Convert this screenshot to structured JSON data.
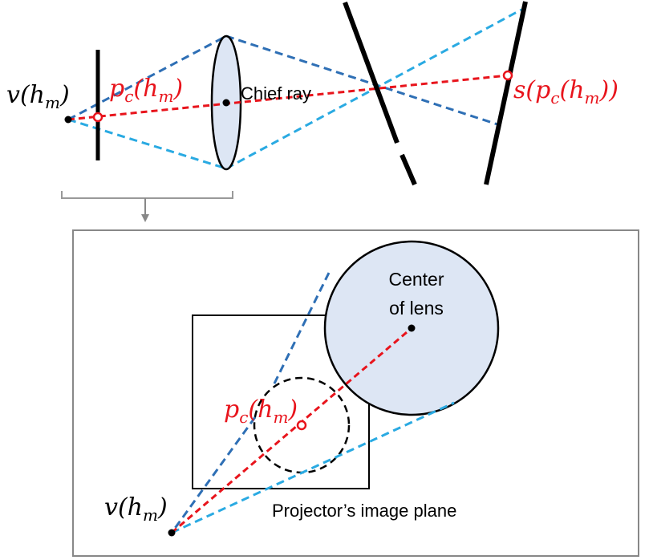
{
  "top": {
    "virtual_point_label": "v(h",
    "virtual_point_sub": "m",
    "virtual_point_close": ")",
    "projected_point_label": "p",
    "projected_point_sub": "c",
    "projected_point_mid": "(h",
    "projected_point_sub2": "m",
    "projected_point_close": ")",
    "chief_ray_label": "Chief ray",
    "screen_point_label": "s(p",
    "screen_point_sub": "c",
    "screen_point_mid": "(h",
    "screen_point_sub2": "m",
    "screen_point_close": "))"
  },
  "bottom": {
    "center_label_line1": "Center",
    "center_label_line2": "of lens",
    "projected_point_label": "p",
    "projected_point_sub": "c",
    "projected_point_mid": "(h",
    "projected_point_sub2": "m",
    "projected_point_close": ")",
    "virtual_point_label": "v(h",
    "virtual_point_sub": "m",
    "virtual_point_close": ")",
    "image_plane_label": "Projector’s image plane"
  },
  "colors": {
    "chief_ray": "#e8141c",
    "dark_blue_ray": "#2e6fb5",
    "light_blue_ray": "#2aaae2",
    "lens_fill": "#dde6f4",
    "black": "#000000",
    "frame": "#888888"
  }
}
